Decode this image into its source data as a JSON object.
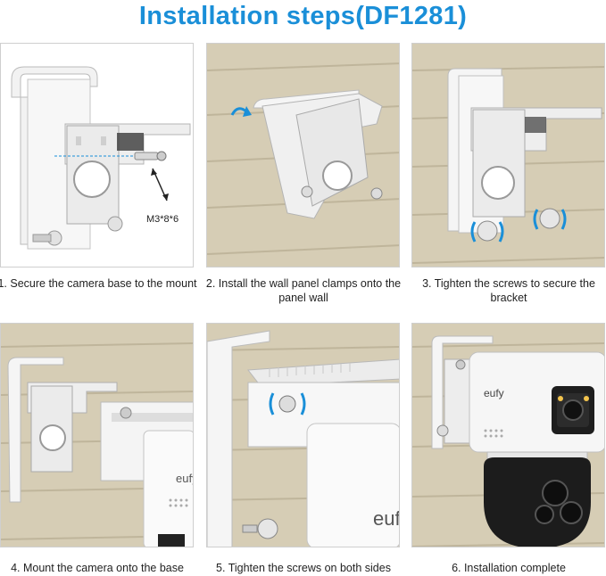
{
  "title": "Installation steps(DF1281)",
  "accent_color": "#1a8fd8",
  "siding_color": "#d6cdb5",
  "screw_size_label": "M3*8*6",
  "brand_logo_text": "eufy",
  "steps": [
    {
      "caption": "1. Secure the camera base to the mount"
    },
    {
      "caption": "2. Install the wall panel clamps onto the panel wall"
    },
    {
      "caption": "3. Tighten the screws to secure the bracket"
    },
    {
      "caption": "4. Mount the camera onto the base"
    },
    {
      "caption": "5. Tighten the screws on both sides"
    },
    {
      "caption": "6. Installation complete"
    }
  ]
}
